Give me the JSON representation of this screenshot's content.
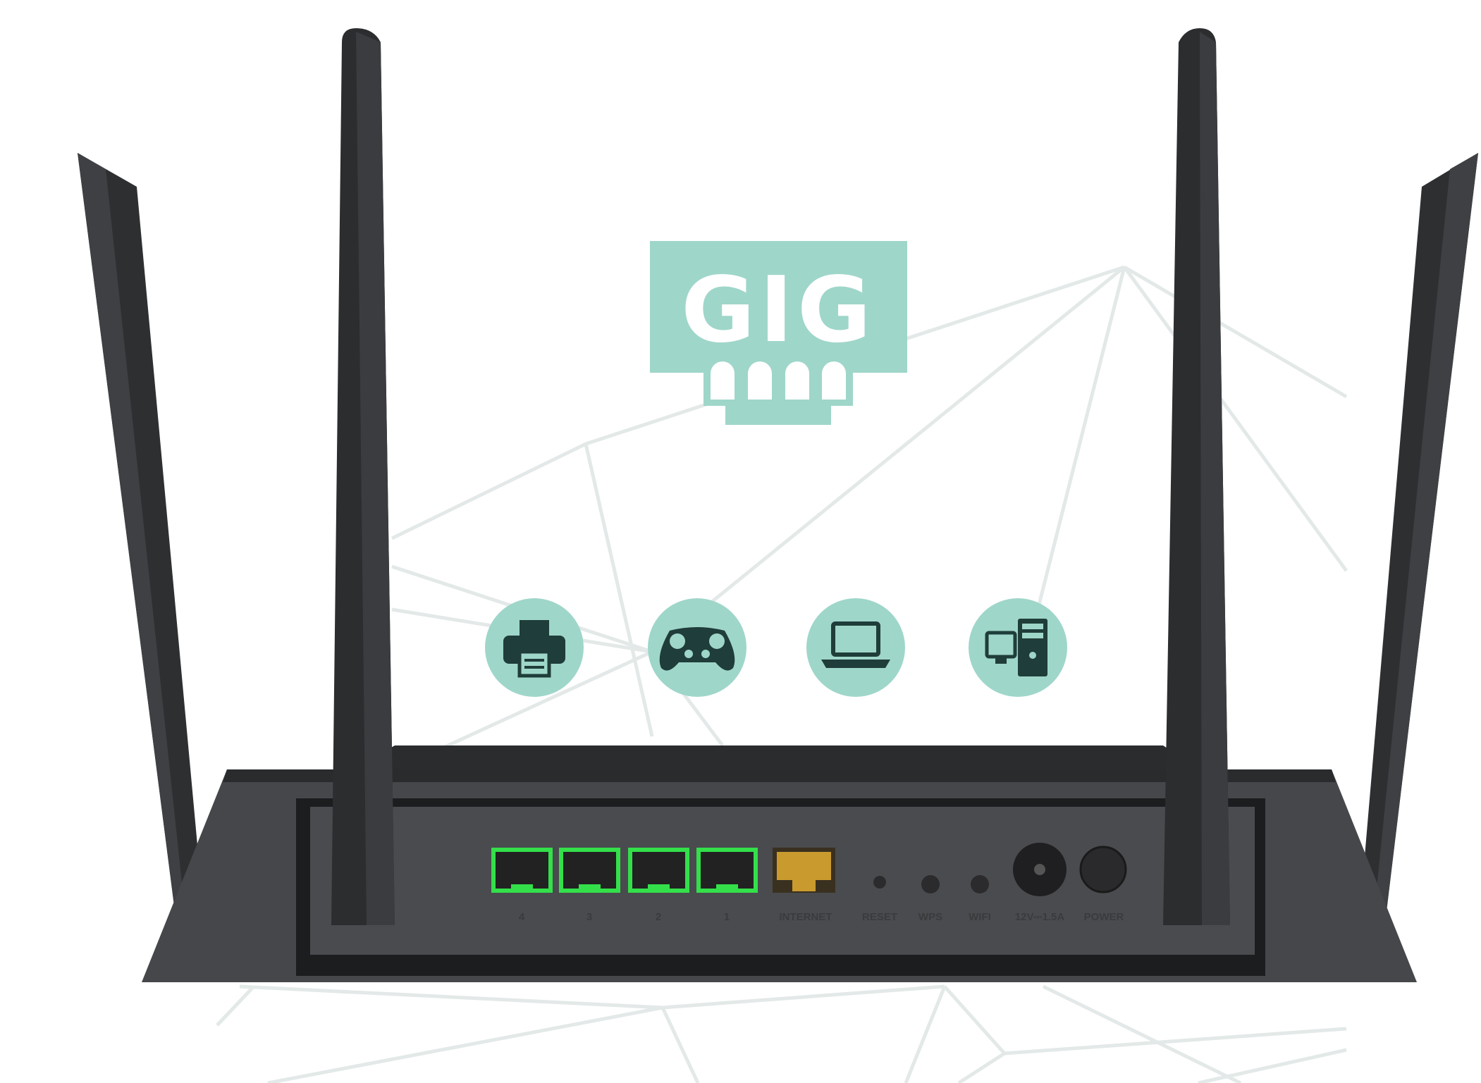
{
  "logo": {
    "text": "GIG",
    "color": "#9fd6ca"
  },
  "device_icons": [
    {
      "name": "printer-icon"
    },
    {
      "name": "gamepad-icon"
    },
    {
      "name": "laptop-icon"
    },
    {
      "name": "desktop-computer-icon"
    }
  ],
  "ports": {
    "lan": [
      "4",
      "3",
      "2",
      "1"
    ],
    "internet": "INTERNET",
    "reset": "RESET",
    "wps": "WPS",
    "wifi": "WIFI",
    "power_rating": "12V⎓1.5A",
    "power": "POWER"
  },
  "colors": {
    "accent": "#9fd6ca",
    "icon_glyph": "#1f3d3a",
    "router_body": "#3c3d40",
    "lan_led": "#33e04a",
    "internet_port": "#c99a2e",
    "network_lines": "#e3e9e8"
  }
}
